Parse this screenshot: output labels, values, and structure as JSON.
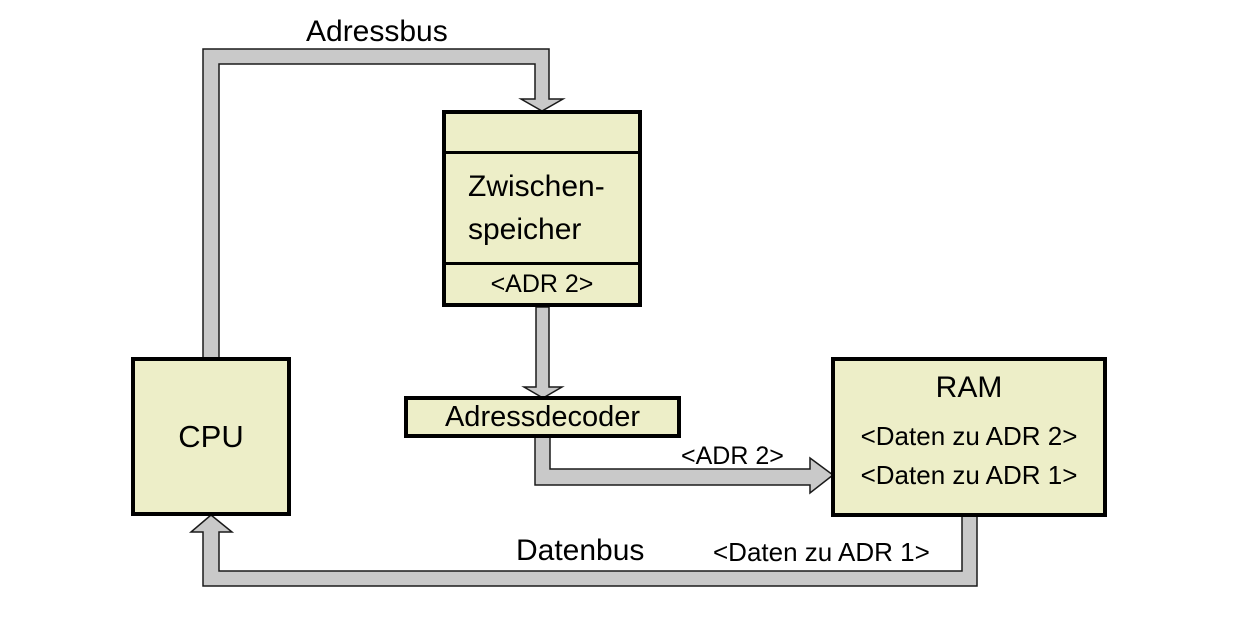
{
  "nodes": {
    "cpu": {
      "label": "CPU"
    },
    "buffer": {
      "label_line1": "Zwischen-",
      "label_line2": "speicher",
      "slot": "<ADR 2>"
    },
    "decoder": {
      "label": "Adressdecoder"
    },
    "ram": {
      "label": "RAM",
      "row1": "<Daten zu ADR 2>",
      "row2": "<Daten zu ADR 1>"
    }
  },
  "buses": {
    "adressbus": {
      "label": "Adressbus"
    },
    "adr2_signal": {
      "label": "<ADR 2>"
    },
    "datenbus": {
      "label": "Datenbus",
      "payload": "<Daten zu ADR 1>"
    }
  },
  "colors": {
    "background": "#ffffff",
    "box_fill": "#edeec8",
    "box_border": "#000000",
    "bus_fill": "#c9c9c9",
    "bus_outline": "#1a1a1a",
    "text": "#000000"
  }
}
